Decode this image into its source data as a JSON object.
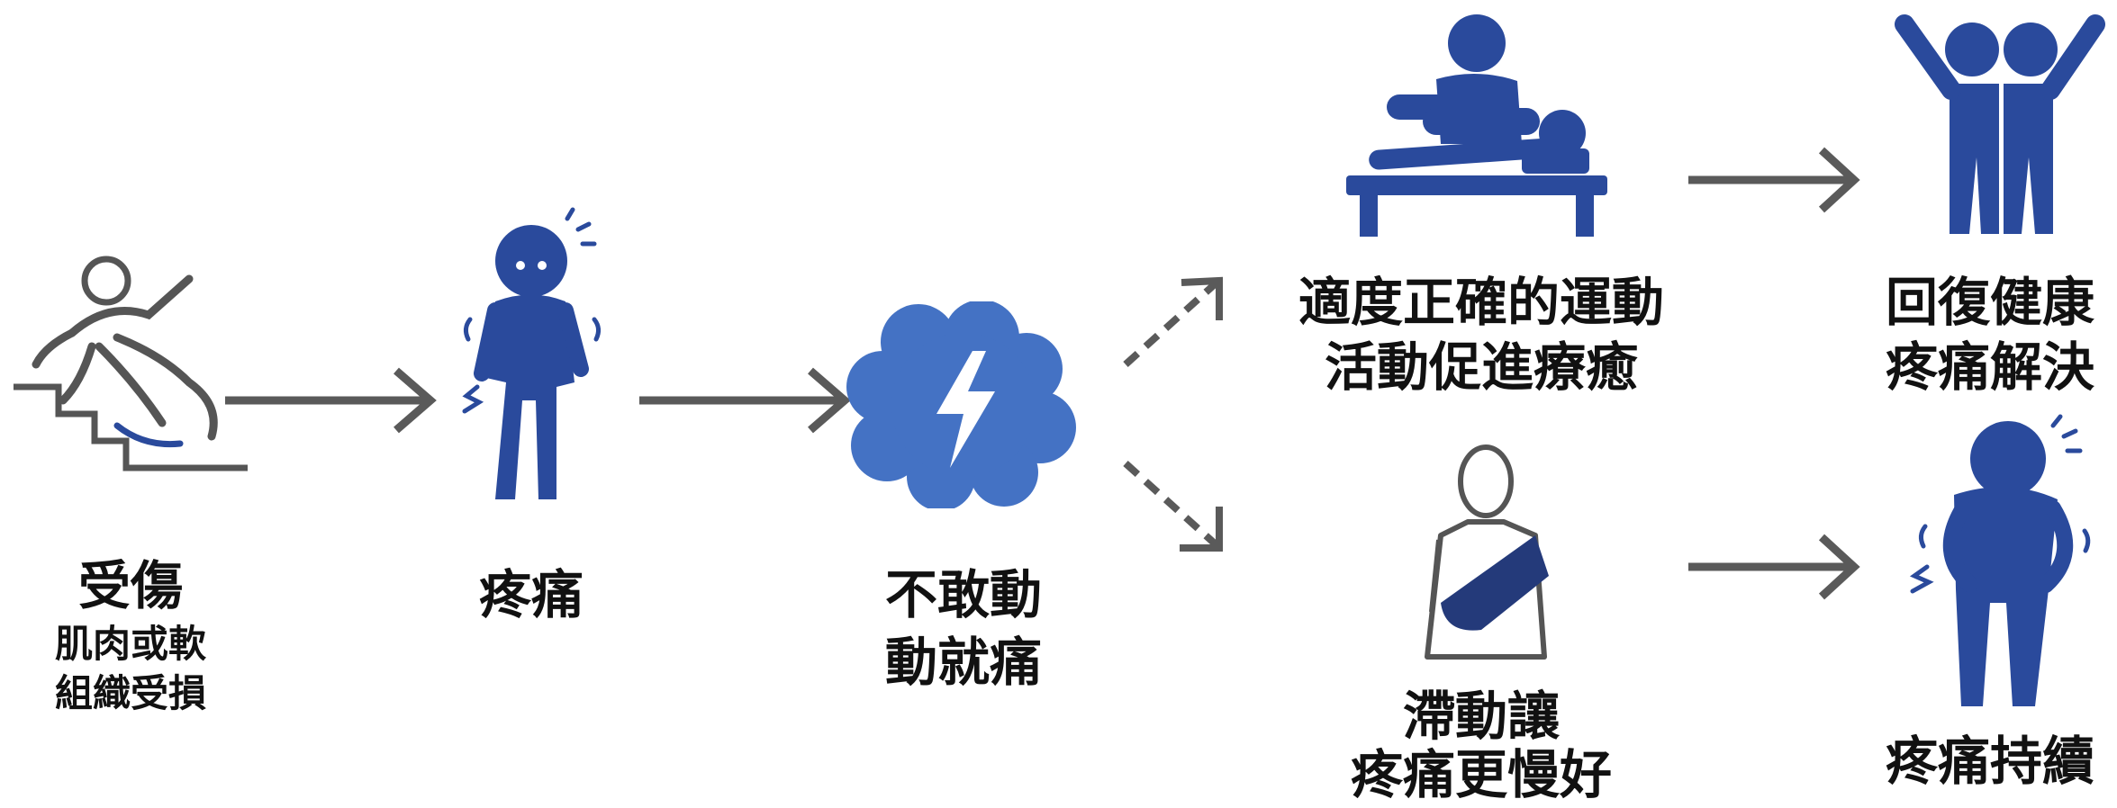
{
  "steps": {
    "injury": {
      "title": "受傷",
      "lines": [
        "肌肉或軟",
        "組織受損"
      ],
      "icon": "fall-on-stairs-icon"
    },
    "pain": {
      "title": "疼痛",
      "icon": "person-in-pain-icon"
    },
    "fear": {
      "lines": [
        "不敢動",
        "動就痛"
      ],
      "icon": "brain-lightning-icon"
    },
    "exercise": {
      "lines": [
        "適度正確的運動",
        "活動促進療癒"
      ],
      "icon": "physiotherapy-icon"
    },
    "recovery": {
      "lines": [
        "回復健康",
        "疼痛解決"
      ],
      "icon": "cheering-people-icon"
    },
    "immobile": {
      "lines": [
        "滯動讓",
        "疼痛更慢好"
      ],
      "icon": "arm-sling-icon"
    },
    "persist": {
      "title": "疼痛持續",
      "icon": "person-in-pain-icon"
    }
  },
  "colors": {
    "accent": "#2a4a9c",
    "arrow": "#5a5a5a",
    "outline": "#555555"
  }
}
